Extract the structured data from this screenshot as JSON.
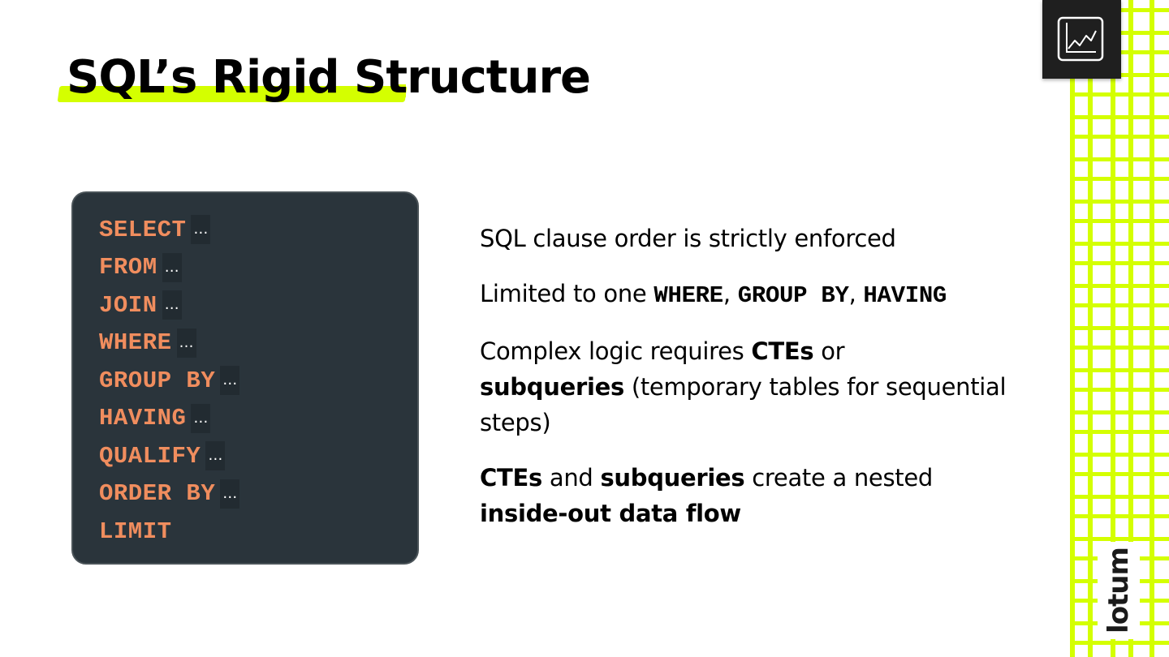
{
  "slide": {
    "title": "SQL’s Rigid Structure",
    "accent_color": "#d4ff00",
    "code_panel": {
      "background": "#2a343b",
      "keyword_color": "#f08d5e",
      "lines": [
        {
          "keyword": "SELECT",
          "ellipsis": "…"
        },
        {
          "keyword": "FROM",
          "ellipsis": "…"
        },
        {
          "keyword": "JOIN",
          "ellipsis": "…"
        },
        {
          "keyword": "WHERE",
          "ellipsis": "…"
        },
        {
          "keyword": "GROUP BY",
          "ellipsis": "…"
        },
        {
          "keyword": "HAVING",
          "ellipsis": "…"
        },
        {
          "keyword": "QUALIFY",
          "ellipsis": "…"
        },
        {
          "keyword": "ORDER BY",
          "ellipsis": "…"
        },
        {
          "keyword": "LIMIT",
          "ellipsis": ""
        }
      ]
    },
    "bullets": {
      "b1": {
        "text": "SQL clause order is strictly enforced"
      },
      "b2": {
        "prefix": "Limited to one ",
        "kw1": "WHERE",
        "sep1": ", ",
        "kw2": "GROUP BY",
        "sep2": ", ",
        "kw3": "HAVING"
      },
      "b3": {
        "prefix": "Complex logic requires ",
        "bold1": "CTEs",
        "mid": " or ",
        "bold2": "subqueries",
        "suffix": " (temporary tables for sequential steps)"
      },
      "b4": {
        "bold1": "CTEs",
        "mid1": " and ",
        "bold2": "subqueries",
        "mid2": " create a nested ",
        "bold3": "inside-out data flow"
      }
    },
    "badge_icon": "line-chart-icon",
    "logo": "lotum"
  }
}
